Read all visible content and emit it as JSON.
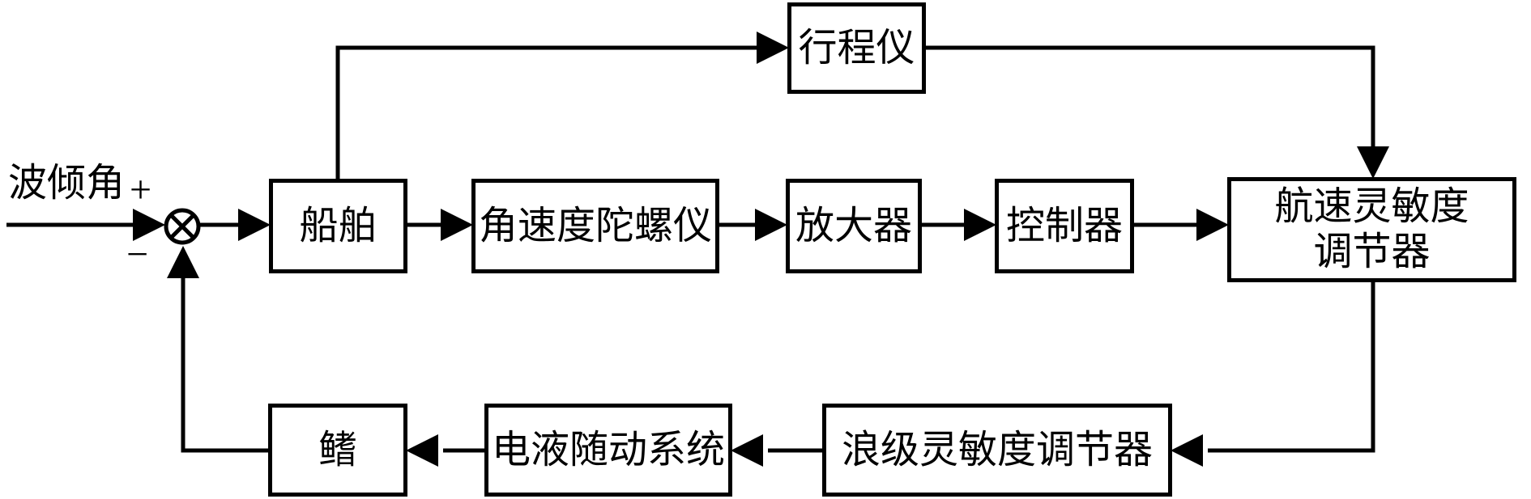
{
  "diagram": {
    "title_hint": "ship fin stabilizer control system block diagram",
    "colors": {
      "line": "#000000",
      "background": "#ffffff",
      "text": "#000000"
    },
    "input": {
      "label": "波倾角",
      "plus": "+",
      "minus": "−"
    },
    "junction": {
      "symbol": "crossed-circle-summing-junction"
    },
    "blocks": {
      "ship": {
        "label": "船舶"
      },
      "gyro": {
        "label": "角速度陀螺仪"
      },
      "amplifier": {
        "label": "放大器"
      },
      "controller": {
        "label": "控制器"
      },
      "speed_regulator": {
        "line1": "航速灵敏度",
        "line2": "调节器"
      },
      "log_meter": {
        "label": "行程仪"
      },
      "wave_regulator": {
        "label": "浪级灵敏度调节器"
      },
      "servo": {
        "label": "电液随动系统"
      },
      "fin": {
        "label": "鳍"
      }
    }
  }
}
